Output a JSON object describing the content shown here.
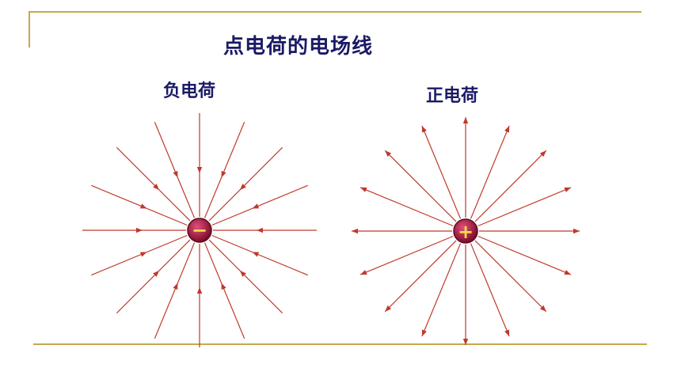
{
  "slide": {
    "title": "点电荷的电场线",
    "negative_label": "负电荷",
    "positive_label": "正电荷",
    "negative_symbol": "−",
    "positive_symbol": "+"
  },
  "style": {
    "frame_color": "#c8a84a",
    "text_color": "#1a1a66",
    "line_color": "#c0392b",
    "charge_fill": "#9b1236",
    "charge_symbol_color": "#f2d84a"
  },
  "diagram": {
    "negative_charge": {
      "line_count": 16,
      "direction": "inward"
    },
    "positive_charge": {
      "line_count": 16,
      "direction": "outward"
    }
  }
}
